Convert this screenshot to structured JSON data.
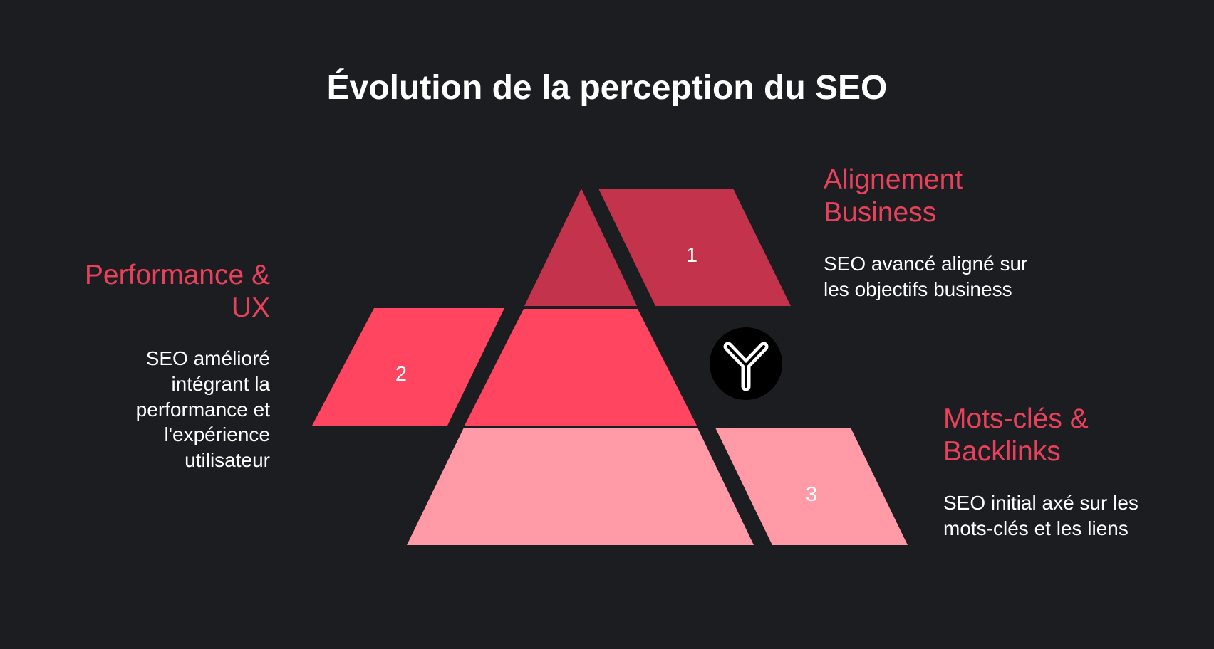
{
  "title": "Évolution de la perception du SEO",
  "colors": {
    "background": "#1c1d20",
    "top": "#c3334b",
    "middle": "#ff4560",
    "bottom": "#ff9aa6",
    "heading": "#e8415b",
    "text": "#ffffff",
    "logo_bg": "#000000"
  },
  "levels": [
    {
      "number": "1",
      "heading": "Alignement Business",
      "description": "SEO avancé aligné sur les objectifs business"
    },
    {
      "number": "2",
      "heading": "Performance & UX",
      "description": "SEO amélioré intégrant la performance et l'expérience utilisateur"
    },
    {
      "number": "3",
      "heading": "Mots-clés & Backlinks",
      "description": "SEO initial axé sur les mots-clés et les liens"
    }
  ],
  "logo": {
    "icon": "y-logo-icon"
  }
}
